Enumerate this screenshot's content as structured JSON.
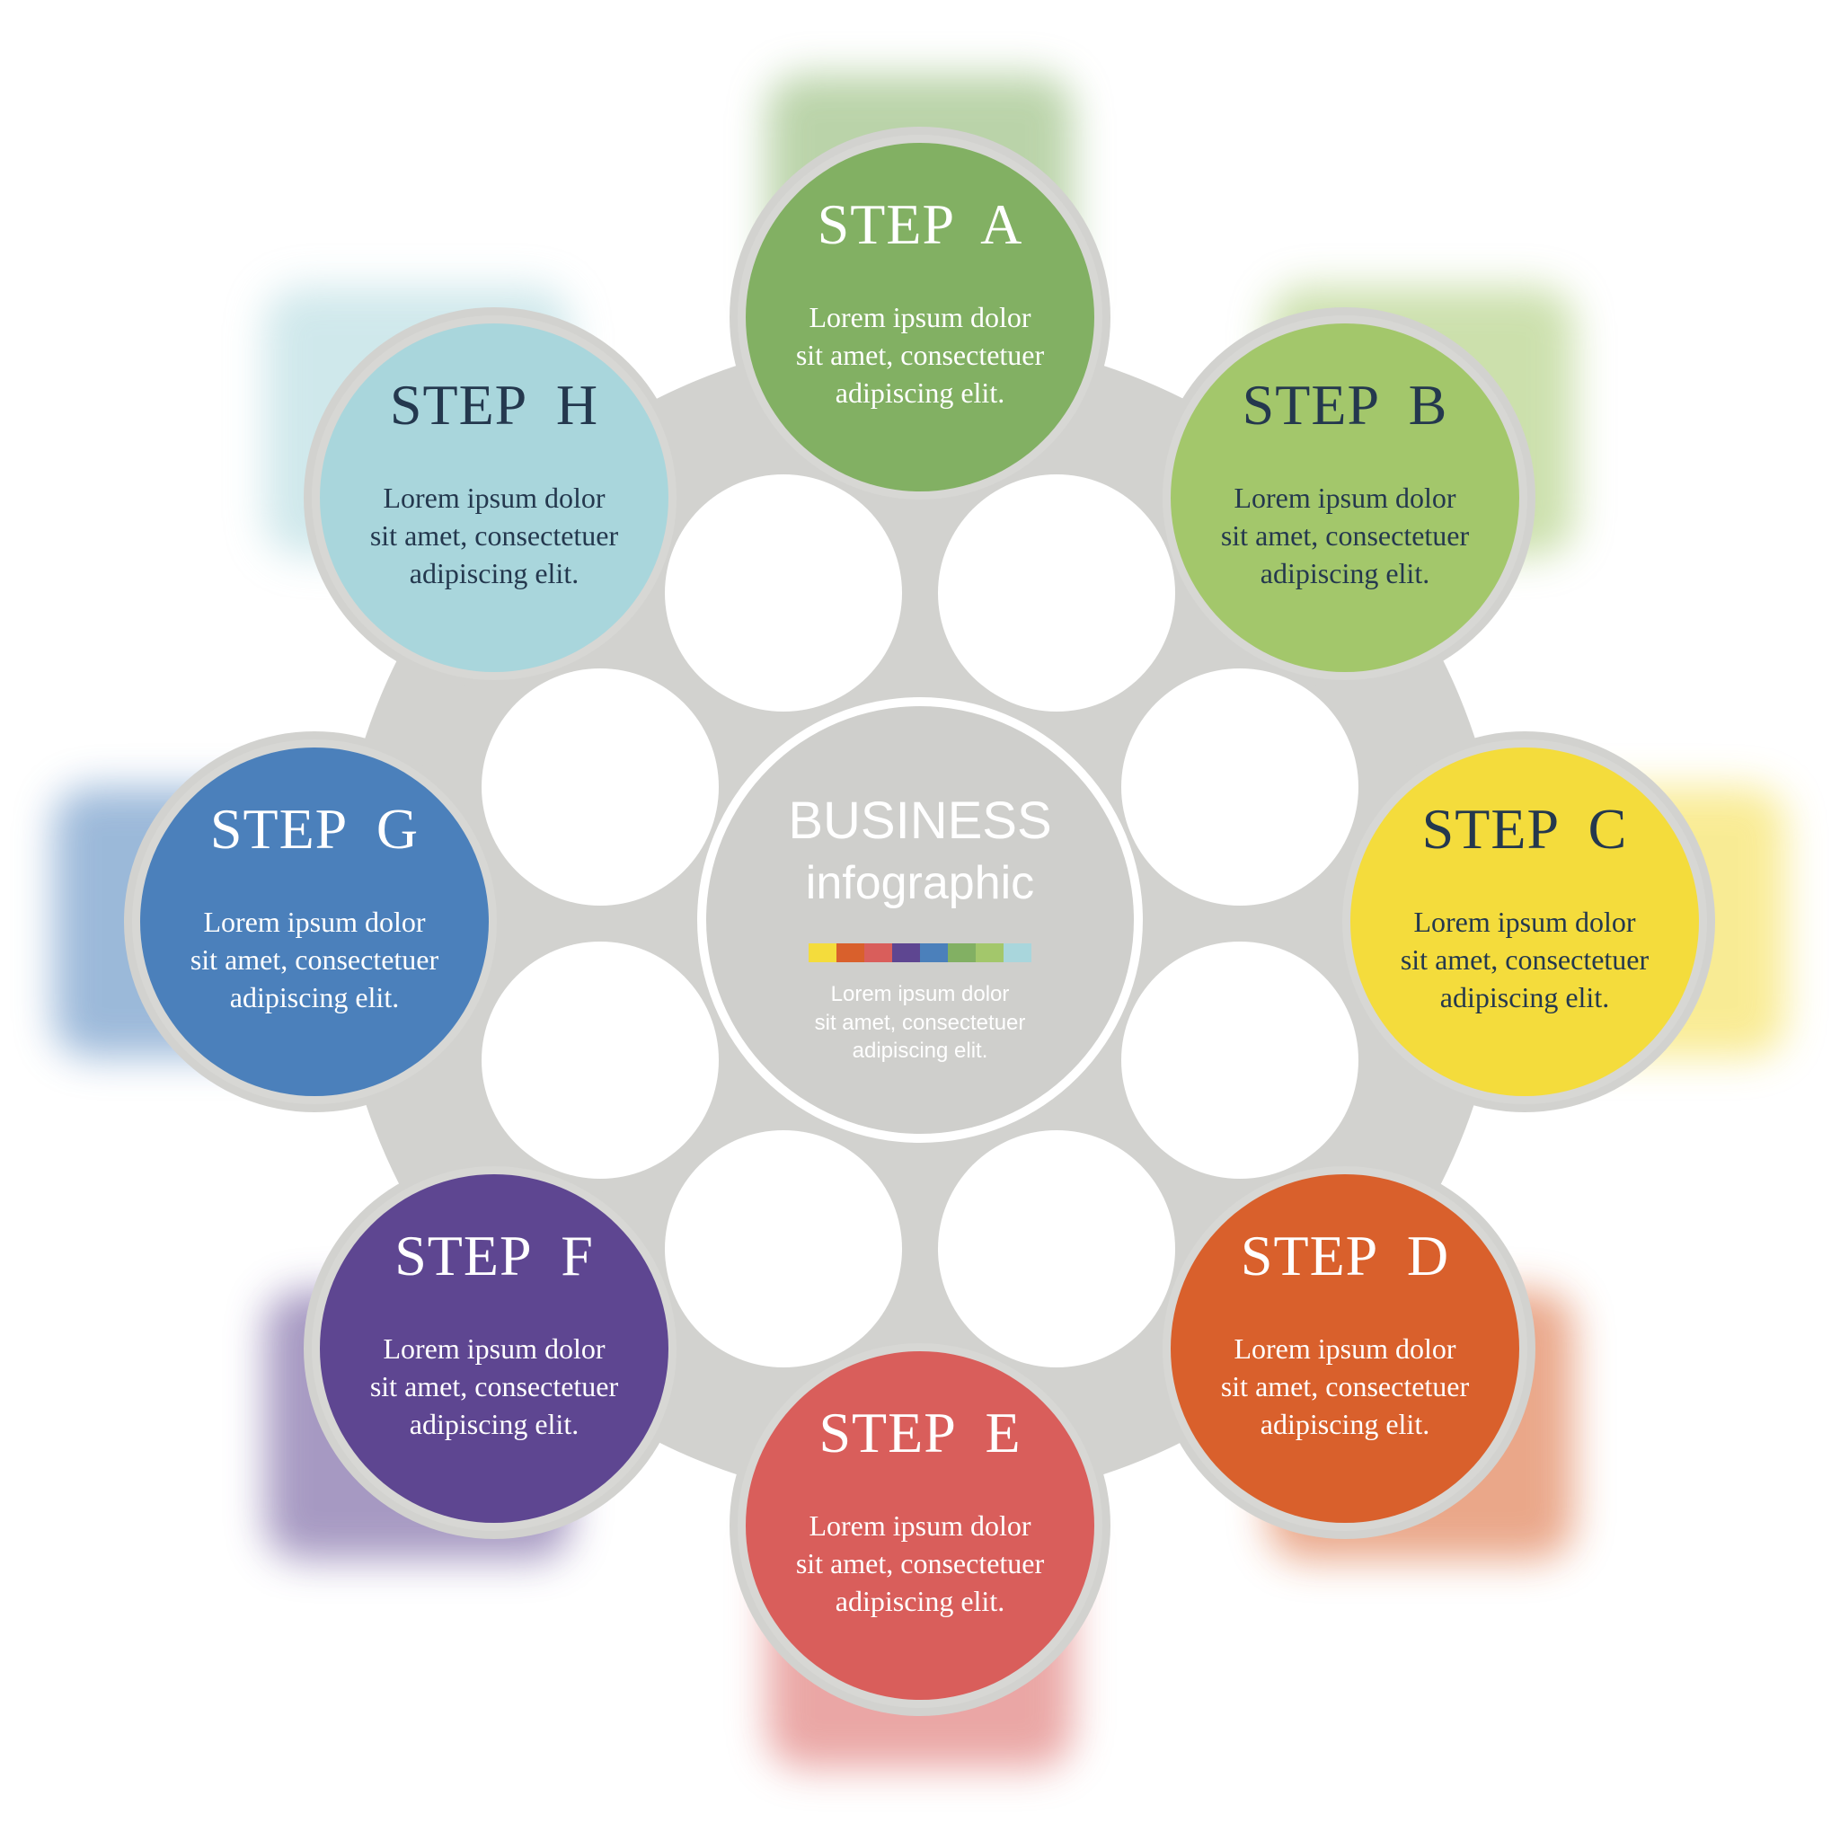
{
  "center": {
    "title": "BUSINESS",
    "subtitle": "infographic",
    "lines": [
      "Lorem ipsum dolor",
      "sit amet, consectetuer",
      "adipiscing elit."
    ],
    "palette": [
      "#f4dc3c",
      "#d9602c",
      "#d95e5b",
      "#5e4691",
      "#4b80bb",
      "#82b063",
      "#a3c76b",
      "#a9d6dc"
    ]
  },
  "steps": [
    {
      "title": "STEP  A",
      "lines": [
        "Lorem ipsum dolor",
        "sit amet, consectetuer",
        "adipiscing elit."
      ],
      "color": "#82b063",
      "text_color": "#ffffff"
    },
    {
      "title": "STEP  B",
      "lines": [
        "Lorem ipsum dolor",
        "sit amet, consectetuer",
        "adipiscing elit."
      ],
      "color": "#a3c76b",
      "text_color": "#24384e"
    },
    {
      "title": "STEP  C",
      "lines": [
        "Lorem ipsum dolor",
        "sit amet, consectetuer",
        "adipiscing elit."
      ],
      "color": "#f4dc3c",
      "text_color": "#24384e"
    },
    {
      "title": "STEP  D",
      "lines": [
        "Lorem ipsum dolor",
        "sit amet, consectetuer",
        "adipiscing elit."
      ],
      "color": "#d9602c",
      "text_color": "#ffffff"
    },
    {
      "title": "STEP  E",
      "lines": [
        "Lorem ipsum dolor",
        "sit amet, consectetuer",
        "adipiscing elit."
      ],
      "color": "#d95e5b",
      "text_color": "#ffffff"
    },
    {
      "title": "STEP  F",
      "lines": [
        "Lorem ipsum dolor",
        "sit amet, consectetuer",
        "adipiscing elit."
      ],
      "color": "#5e4691",
      "text_color": "#ffffff"
    },
    {
      "title": "STEP  G",
      "lines": [
        "Lorem ipsum dolor",
        "sit amet, consectetuer",
        "adipiscing elit."
      ],
      "color": "#4b80bb",
      "text_color": "#ffffff"
    },
    {
      "title": "STEP  H",
      "lines": [
        "Lorem ipsum dolor",
        "sit amet, consectetuer",
        "adipiscing elit."
      ],
      "color": "#a9d6dc",
      "text_color": "#24384e"
    }
  ],
  "colors": {
    "network": "#d2d2cf",
    "center_fill": "#cfcfcc",
    "center_title": "#ffffff",
    "center_body": "#ffffff"
  }
}
